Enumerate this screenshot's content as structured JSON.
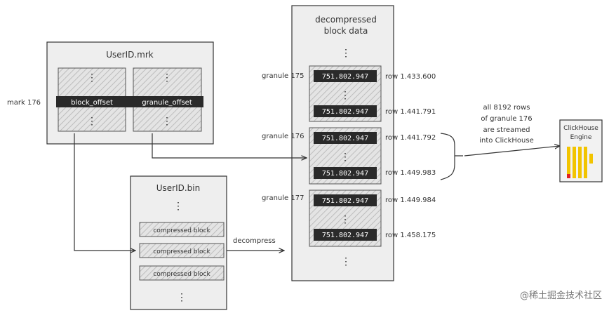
{
  "mrk": {
    "title": "UserID.mrk",
    "mark_label": "mark 176",
    "block_offset": "block_offset",
    "granule_offset": "granule_offset"
  },
  "bin": {
    "title": "UserID.bin",
    "blocks": [
      "compressed block",
      "compressed block",
      "compressed block"
    ],
    "decompress": "decompress"
  },
  "data": {
    "title_line1": "decompressed",
    "title_line2": "block data",
    "granules": [
      {
        "label": "granule 175",
        "rows": [
          {
            "value": "751.802.947",
            "row": "row 1.433.600"
          },
          {
            "value": "751.802.947",
            "row": "row 1.441.791"
          }
        ]
      },
      {
        "label": "granule 176",
        "rows": [
          {
            "value": "751.802.947",
            "row": "row 1.441.792"
          },
          {
            "value": "751.802.947",
            "row": "row 1.449.983"
          }
        ]
      },
      {
        "label": "granule 177",
        "rows": [
          {
            "value": "751.802.947",
            "row": "row 1.449.984"
          },
          {
            "value": "751.802.947",
            "row": "row 1.458.175"
          }
        ]
      }
    ]
  },
  "stream_note": [
    "all 8192 rows",
    "of granule 176",
    "are streamed",
    "into ClickHouse"
  ],
  "engine": {
    "line1": "ClickHouse",
    "line2": "Engine"
  },
  "watermark": "@稀土掘金技术社区",
  "colors": {
    "hatch_fill": "#d9d9d9",
    "dark_box": "#2a2a2a",
    "engine_yellow": "#f2c400",
    "engine_red": "#e02020",
    "panel": "#eeeeee"
  }
}
